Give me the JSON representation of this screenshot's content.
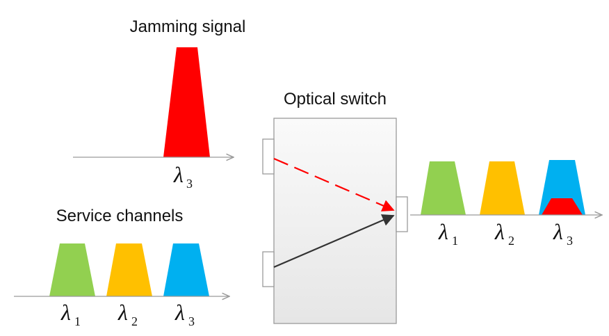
{
  "labels": {
    "jamming_title": "Jamming signal",
    "switch_title": "Optical switch",
    "service_title": "Service channels"
  },
  "wavelengths": {
    "symbol": "λ",
    "sub1": "1",
    "sub2": "2",
    "sub3": "3"
  },
  "colors": {
    "jamming": "#ff0000",
    "lambda1": "#92d050",
    "lambda2": "#ffc000",
    "lambda3": "#00b0f0",
    "switch_fill": "#eeeeee",
    "axis": "#9a9a9a",
    "jamming_path": "#ff0000",
    "service_path": "#333333"
  }
}
